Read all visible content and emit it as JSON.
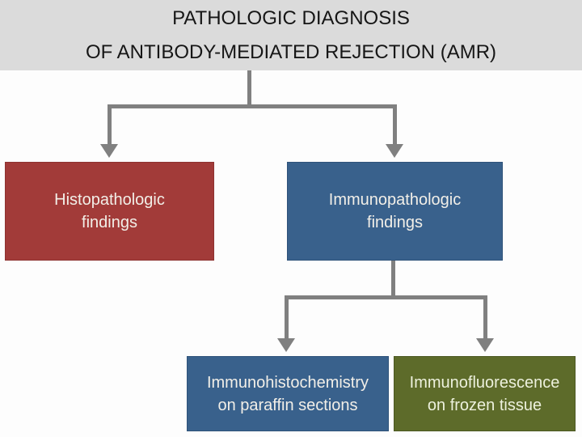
{
  "title": {
    "line1": "PATHOLOGIC DIAGNOSIS",
    "line2": "OF ANTIBODY-MEDIATED REJECTION (AMR)"
  },
  "nodes": [
    {
      "id": "histopathologic-findings",
      "label": "Histopathologic\nfindings",
      "color": "#a23b39"
    },
    {
      "id": "immunopathologic-findings",
      "label": "Immunopathologic\nfindings",
      "color": "#39618c"
    },
    {
      "id": "immunohistochemistry-paraffin-sections",
      "label": "Immunohistochemistry\non paraffin sections",
      "color": "#39618c"
    },
    {
      "id": "immunofluorescence-frozen-tissue",
      "label": "Immunofluorescence\non frozen tissue",
      "color": "#5d6b2a"
    }
  ],
  "edges": [
    {
      "from": "title",
      "to": "histopathologic-findings"
    },
    {
      "from": "title",
      "to": "immunopathologic-findings"
    },
    {
      "from": "immunopathologic-findings",
      "to": "immunohistochemistry-paraffin-sections"
    },
    {
      "from": "immunopathologic-findings",
      "to": "immunofluorescence-frozen-tissue"
    }
  ],
  "colors": {
    "header_bg": "#dbdbdb",
    "title_text": "#161616",
    "connector": "#808080",
    "red_node": "#a23b39",
    "blue_node": "#39618c",
    "olive_node": "#5d6b2a",
    "node_text": "#f2efe8",
    "background": "#fdfdfd"
  }
}
